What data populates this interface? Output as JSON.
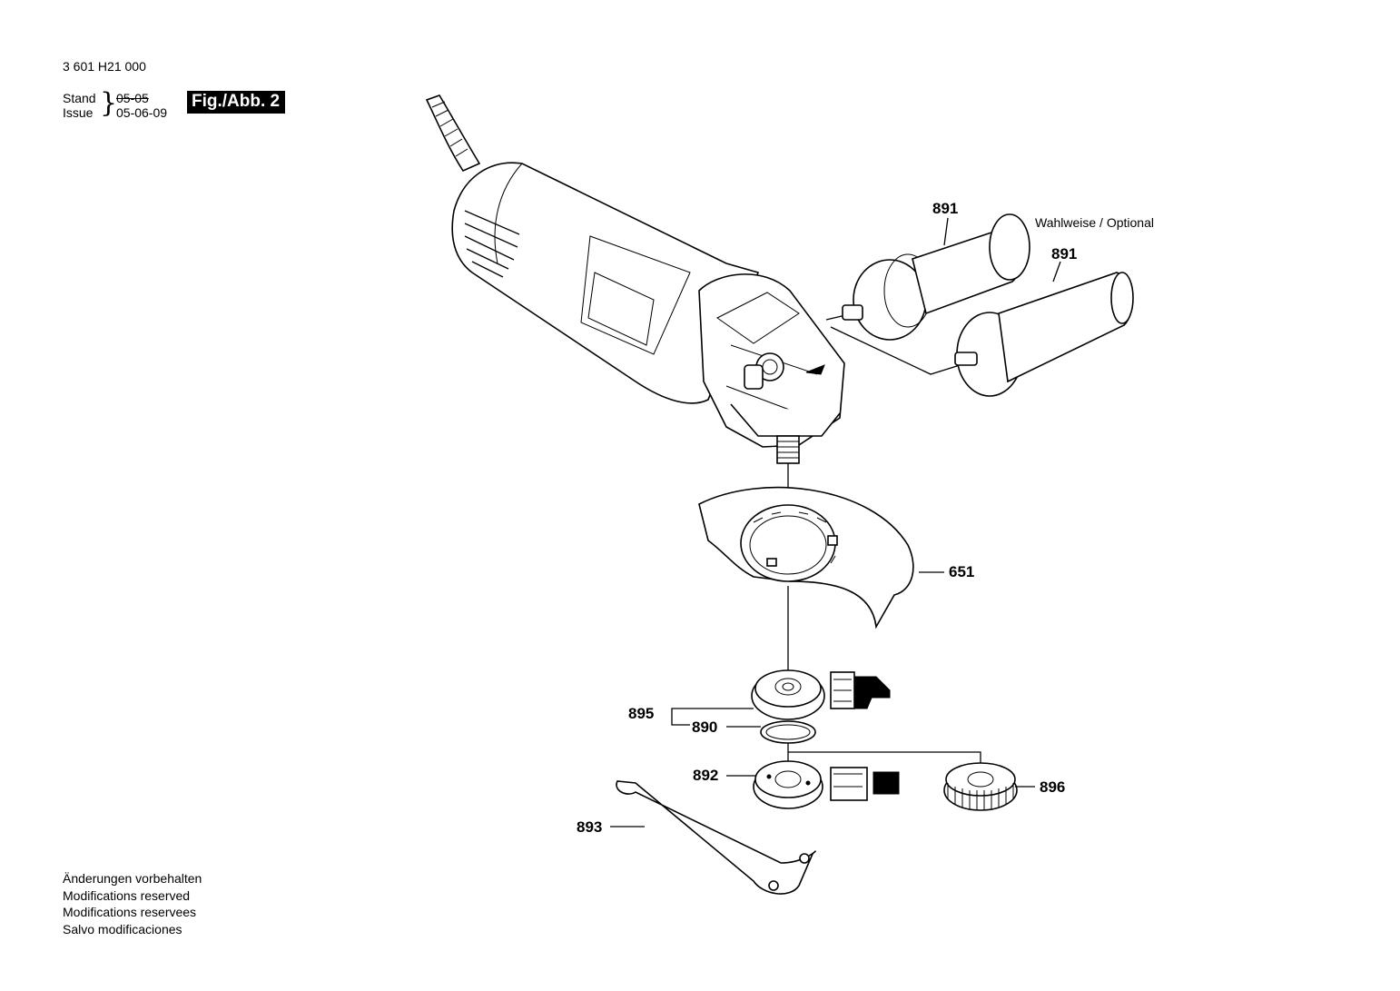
{
  "header": {
    "doc_number": "3 601 H21 000",
    "stand_label": "Stand",
    "issue_label": "Issue",
    "stand_date_struck": "05-05",
    "issue_date": "05-06-09",
    "figure_badge": "Fig./Abb. 2"
  },
  "labels": {
    "optional_note": "Wahlweise / Optional",
    "parts": [
      {
        "number": "891"
      },
      {
        "number": "891"
      },
      {
        "number": "651"
      },
      {
        "number": "895"
      },
      {
        "number": "890"
      },
      {
        "number": "892"
      },
      {
        "number": "896"
      },
      {
        "number": "893"
      }
    ]
  },
  "footer": {
    "modifications": [
      "Änderungen vorbehalten",
      "Modifications reserved",
      "Modifications reservees",
      "Salvo modificaciones"
    ]
  }
}
